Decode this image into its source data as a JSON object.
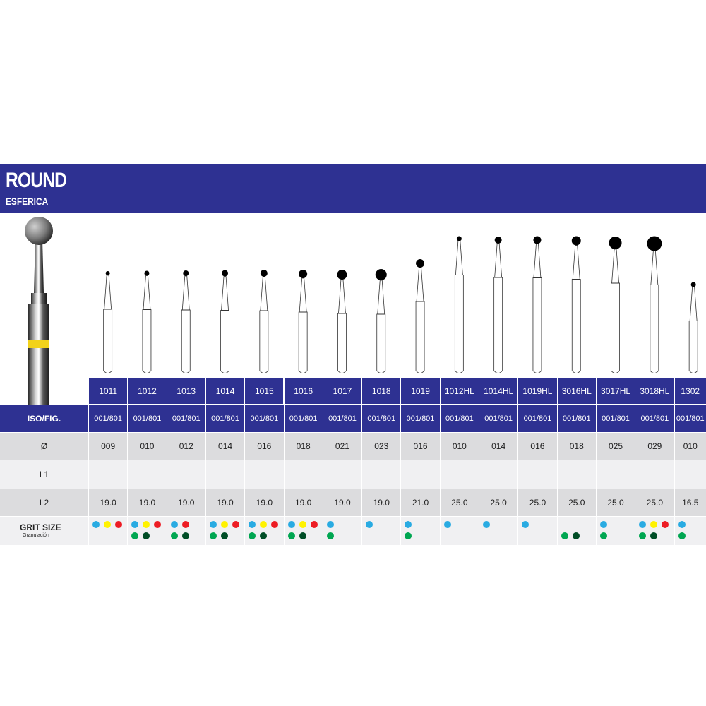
{
  "header": {
    "title": "ROUND",
    "subtitle": "ESFERICA"
  },
  "labels": {
    "iso": "ISO/FIG.",
    "diameter": "Ø",
    "l1": "L1",
    "l2": "L2",
    "grit": "GRIT SIZE",
    "grit_sub": "Granulación"
  },
  "colors": {
    "band": "#2e3192",
    "grit_blue": "#29abe2",
    "grit_yellow": "#fff200",
    "grit_red": "#ed1c24",
    "grit_green": "#00a651",
    "grit_dark_green": "#004d26"
  },
  "columns": [
    {
      "code": "1011",
      "iso": "001/801",
      "diameter": "009",
      "l1": "",
      "l2": "19.0",
      "grit_top": [
        "blue",
        "yellow",
        "red"
      ],
      "grit_bottom": []
    },
    {
      "code": "1012",
      "iso": "001/801",
      "diameter": "010",
      "l1": "",
      "l2": "19.0",
      "grit_top": [
        "blue",
        "yellow",
        "red"
      ],
      "grit_bottom": [
        "green",
        "dark_green"
      ]
    },
    {
      "code": "1013",
      "iso": "001/801",
      "diameter": "012",
      "l1": "",
      "l2": "19.0",
      "grit_top": [
        "blue",
        "red"
      ],
      "grit_bottom": [
        "green",
        "dark_green"
      ]
    },
    {
      "code": "1014",
      "iso": "001/801",
      "diameter": "014",
      "l1": "",
      "l2": "19.0",
      "grit_top": [
        "blue",
        "yellow",
        "red"
      ],
      "grit_bottom": [
        "green",
        "dark_green"
      ]
    },
    {
      "code": "1015",
      "iso": "001/801",
      "diameter": "016",
      "l1": "",
      "l2": "19.0",
      "grit_top": [
        "blue",
        "yellow",
        "red"
      ],
      "grit_bottom": [
        "green",
        "dark_green"
      ]
    },
    {
      "code": "1016",
      "iso": "001/801",
      "diameter": "018",
      "l1": "",
      "l2": "19.0",
      "grit_top": [
        "blue",
        "yellow",
        "red"
      ],
      "grit_bottom": [
        "green",
        "dark_green"
      ]
    },
    {
      "code": "1017",
      "iso": "001/801",
      "diameter": "021",
      "l1": "",
      "l2": "19.0",
      "grit_top": [
        "blue"
      ],
      "grit_bottom": [
        "green"
      ]
    },
    {
      "code": "1018",
      "iso": "001/801",
      "diameter": "023",
      "l1": "",
      "l2": "19.0",
      "grit_top": [
        "blue"
      ],
      "grit_bottom": []
    },
    {
      "code": "1019",
      "iso": "001/801",
      "diameter": "016",
      "l1": "",
      "l2": "21.0",
      "grit_top": [
        "blue"
      ],
      "grit_bottom": [
        "green"
      ]
    },
    {
      "code": "1012HL",
      "iso": "001/801",
      "diameter": "010",
      "l1": "",
      "l2": "25.0",
      "grit_top": [
        "blue"
      ],
      "grit_bottom": []
    },
    {
      "code": "1014HL",
      "iso": "001/801",
      "diameter": "014",
      "l1": "",
      "l2": "25.0",
      "grit_top": [
        "blue"
      ],
      "grit_bottom": []
    },
    {
      "code": "1019HL",
      "iso": "001/801",
      "diameter": "016",
      "l1": "",
      "l2": "25.0",
      "grit_top": [
        "blue"
      ],
      "grit_bottom": []
    },
    {
      "code": "3016HL",
      "iso": "001/801",
      "diameter": "018",
      "l1": "",
      "l2": "25.0",
      "grit_top": [],
      "grit_bottom": [
        "green",
        "dark_green"
      ]
    },
    {
      "code": "3017HL",
      "iso": "001/801",
      "diameter": "025",
      "l1": "",
      "l2": "25.0",
      "grit_top": [
        "blue"
      ],
      "grit_bottom": [
        "green"
      ]
    },
    {
      "code": "3018HL",
      "iso": "001/801",
      "diameter": "029",
      "l1": "",
      "l2": "25.0",
      "grit_top": [
        "blue",
        "yellow",
        "red"
      ],
      "grit_bottom": [
        "green",
        "dark_green"
      ]
    },
    {
      "code": "1302",
      "iso": "001/801",
      "diameter": "010",
      "l1": "",
      "l2": "16.5",
      "grit_top": [
        "blue"
      ],
      "grit_bottom": [
        "green"
      ]
    }
  ]
}
